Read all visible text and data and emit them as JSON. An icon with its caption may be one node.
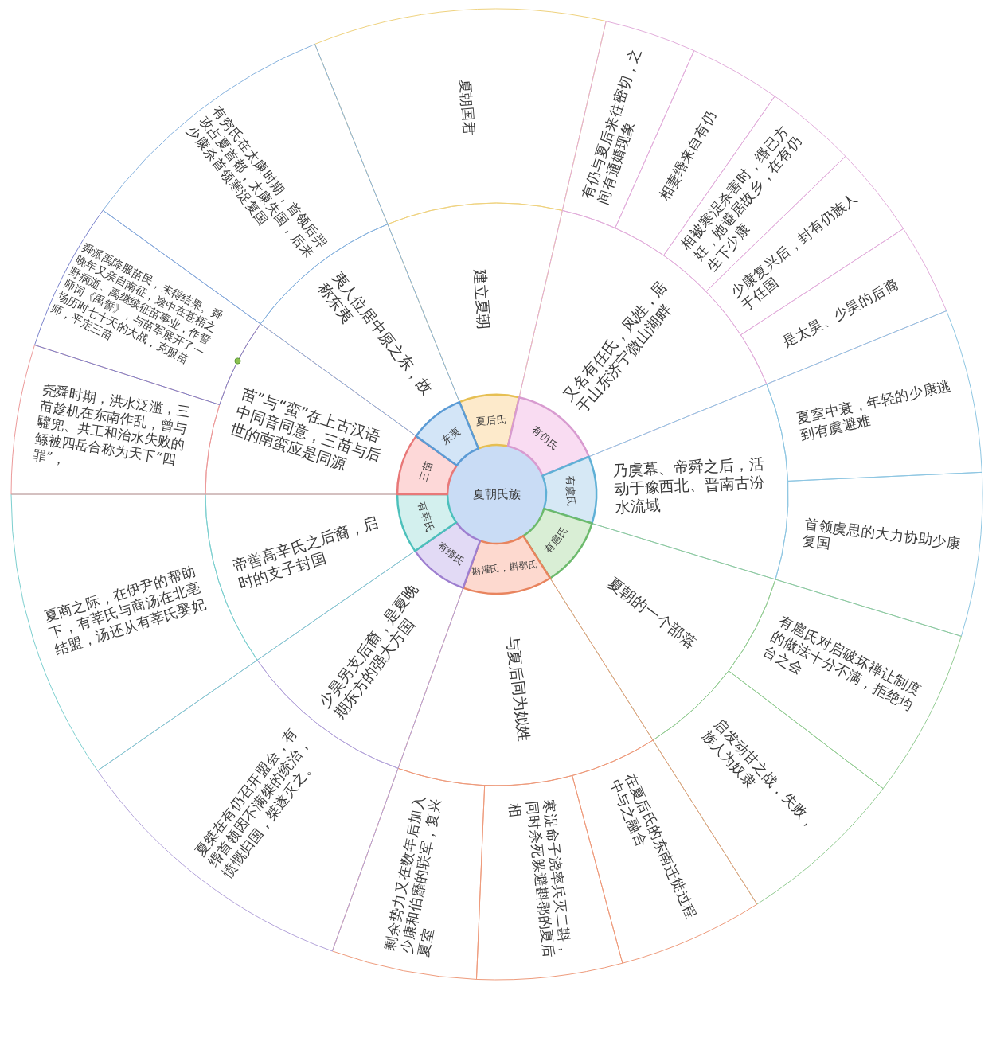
{
  "diagram": {
    "nodes": [
      {
        "text": [
          "夏朝氏族"
        ]
      },
      {
        "text": [
          "夏后氏"
        ]
      },
      {
        "text": [
          "建立夏朝"
        ]
      },
      {
        "text": [
          "夏朝国君"
        ]
      },
      {
        "text": [
          "有仍氏"
        ]
      },
      {
        "text": [
          "又名有任氏，风姓，居于山东济宁微山湖畔"
        ]
      },
      {
        "text": [
          "有仍与夏后来往密切，之间有通婚现象"
        ]
      },
      {
        "text": [
          "相妻缗来自有仍"
        ]
      },
      {
        "text": [
          "相被寒浞杀害时，缗已方妊，她避居故乡，在有仍生下少康"
        ]
      },
      {
        "text": [
          "少康复兴后，封有仍族人于任国"
        ]
      },
      {
        "text": [
          "是太昊、少昊的后裔"
        ]
      },
      {
        "text": [
          "有虞氏"
        ]
      },
      {
        "text": [
          "乃虞幕、帝舜之后，活动于豫西北、晋南古汾水流域"
        ]
      },
      {
        "text": [
          "夏室中衰，年轻的少康逃到有虞避难"
        ]
      },
      {
        "text": [
          "首领虞思的大力协助少康复国"
        ]
      },
      {
        "text": [
          "有扈氏"
        ]
      },
      {
        "text": [
          "夏朝的一个部落"
        ]
      },
      {
        "text": [
          "有扈氏对启破坏禅让制度的做法十分不满，拒绝均台之会"
        ]
      },
      {
        "text": [
          "启发动甘之战，失败，族人为奴隶"
        ]
      },
      {
        "text": [
          "斟灌氏，斟鄩氏"
        ]
      },
      {
        "text": [
          "与夏后同为姒姓"
        ]
      },
      {
        "text": [
          "在夏后氏的东南迁徙过程中与之融合"
        ]
      },
      {
        "text": [
          "寒浞命子浇率兵灭二斟，同时杀死躲避斟鄩的夏后相"
        ]
      },
      {
        "text": [
          "剩余势力又在数年后加入少康和伯靡的联军，复兴夏室"
        ]
      },
      {
        "text": [
          "有缗氏"
        ]
      },
      {
        "text": [
          "少昊另支后裔，是夏晚期东方的强大方国"
        ]
      },
      {
        "text": [
          "夏桀在有仍召开盟会，有缗首领因不满桀的统治，愤慨归国，桀遂灭之。"
        ]
      },
      {
        "text": [
          "有莘氏"
        ]
      },
      {
        "text": [
          "帝喾高辛氏之后裔，启时的支子封国"
        ]
      },
      {
        "text": [
          "夏商之际，在伊尹的帮助下，有莘氏与商汤在北亳结盟，汤还从有莘氏娶妃"
        ]
      },
      {
        "text": [
          "三苗"
        ]
      },
      {
        "text": [
          "苗”与“蛮”在上古汉语中同音同意，三苗与后世的南蛮应是同源"
        ]
      },
      {
        "text": [
          "尧舜时期，洪水泛滥，三苗趁机在东南作乱，曾与驩兜、共工和治水失败的鲧被四岳合称为天下“四罪”，"
        ]
      },
      {
        "text": [
          "舜派禹降服苗民，未得结果。舜晚年又亲自南征，途中在苍梧之野病逝。禹继续征苗事业，作誓师词《禹誓》，与苗军展开了一场历时七十天的大战，克服苗师，平定三苗"
        ]
      },
      {
        "text": [
          "东夷"
        ]
      },
      {
        "text": [
          "夷人位居中原之东，故称东夷"
        ]
      },
      {
        "text": [
          "有穷氏在太康时期，首领后羿攻占夏首都，太康失国，后来少康杀首领寒浞复国"
        ]
      }
    ]
  }
}
